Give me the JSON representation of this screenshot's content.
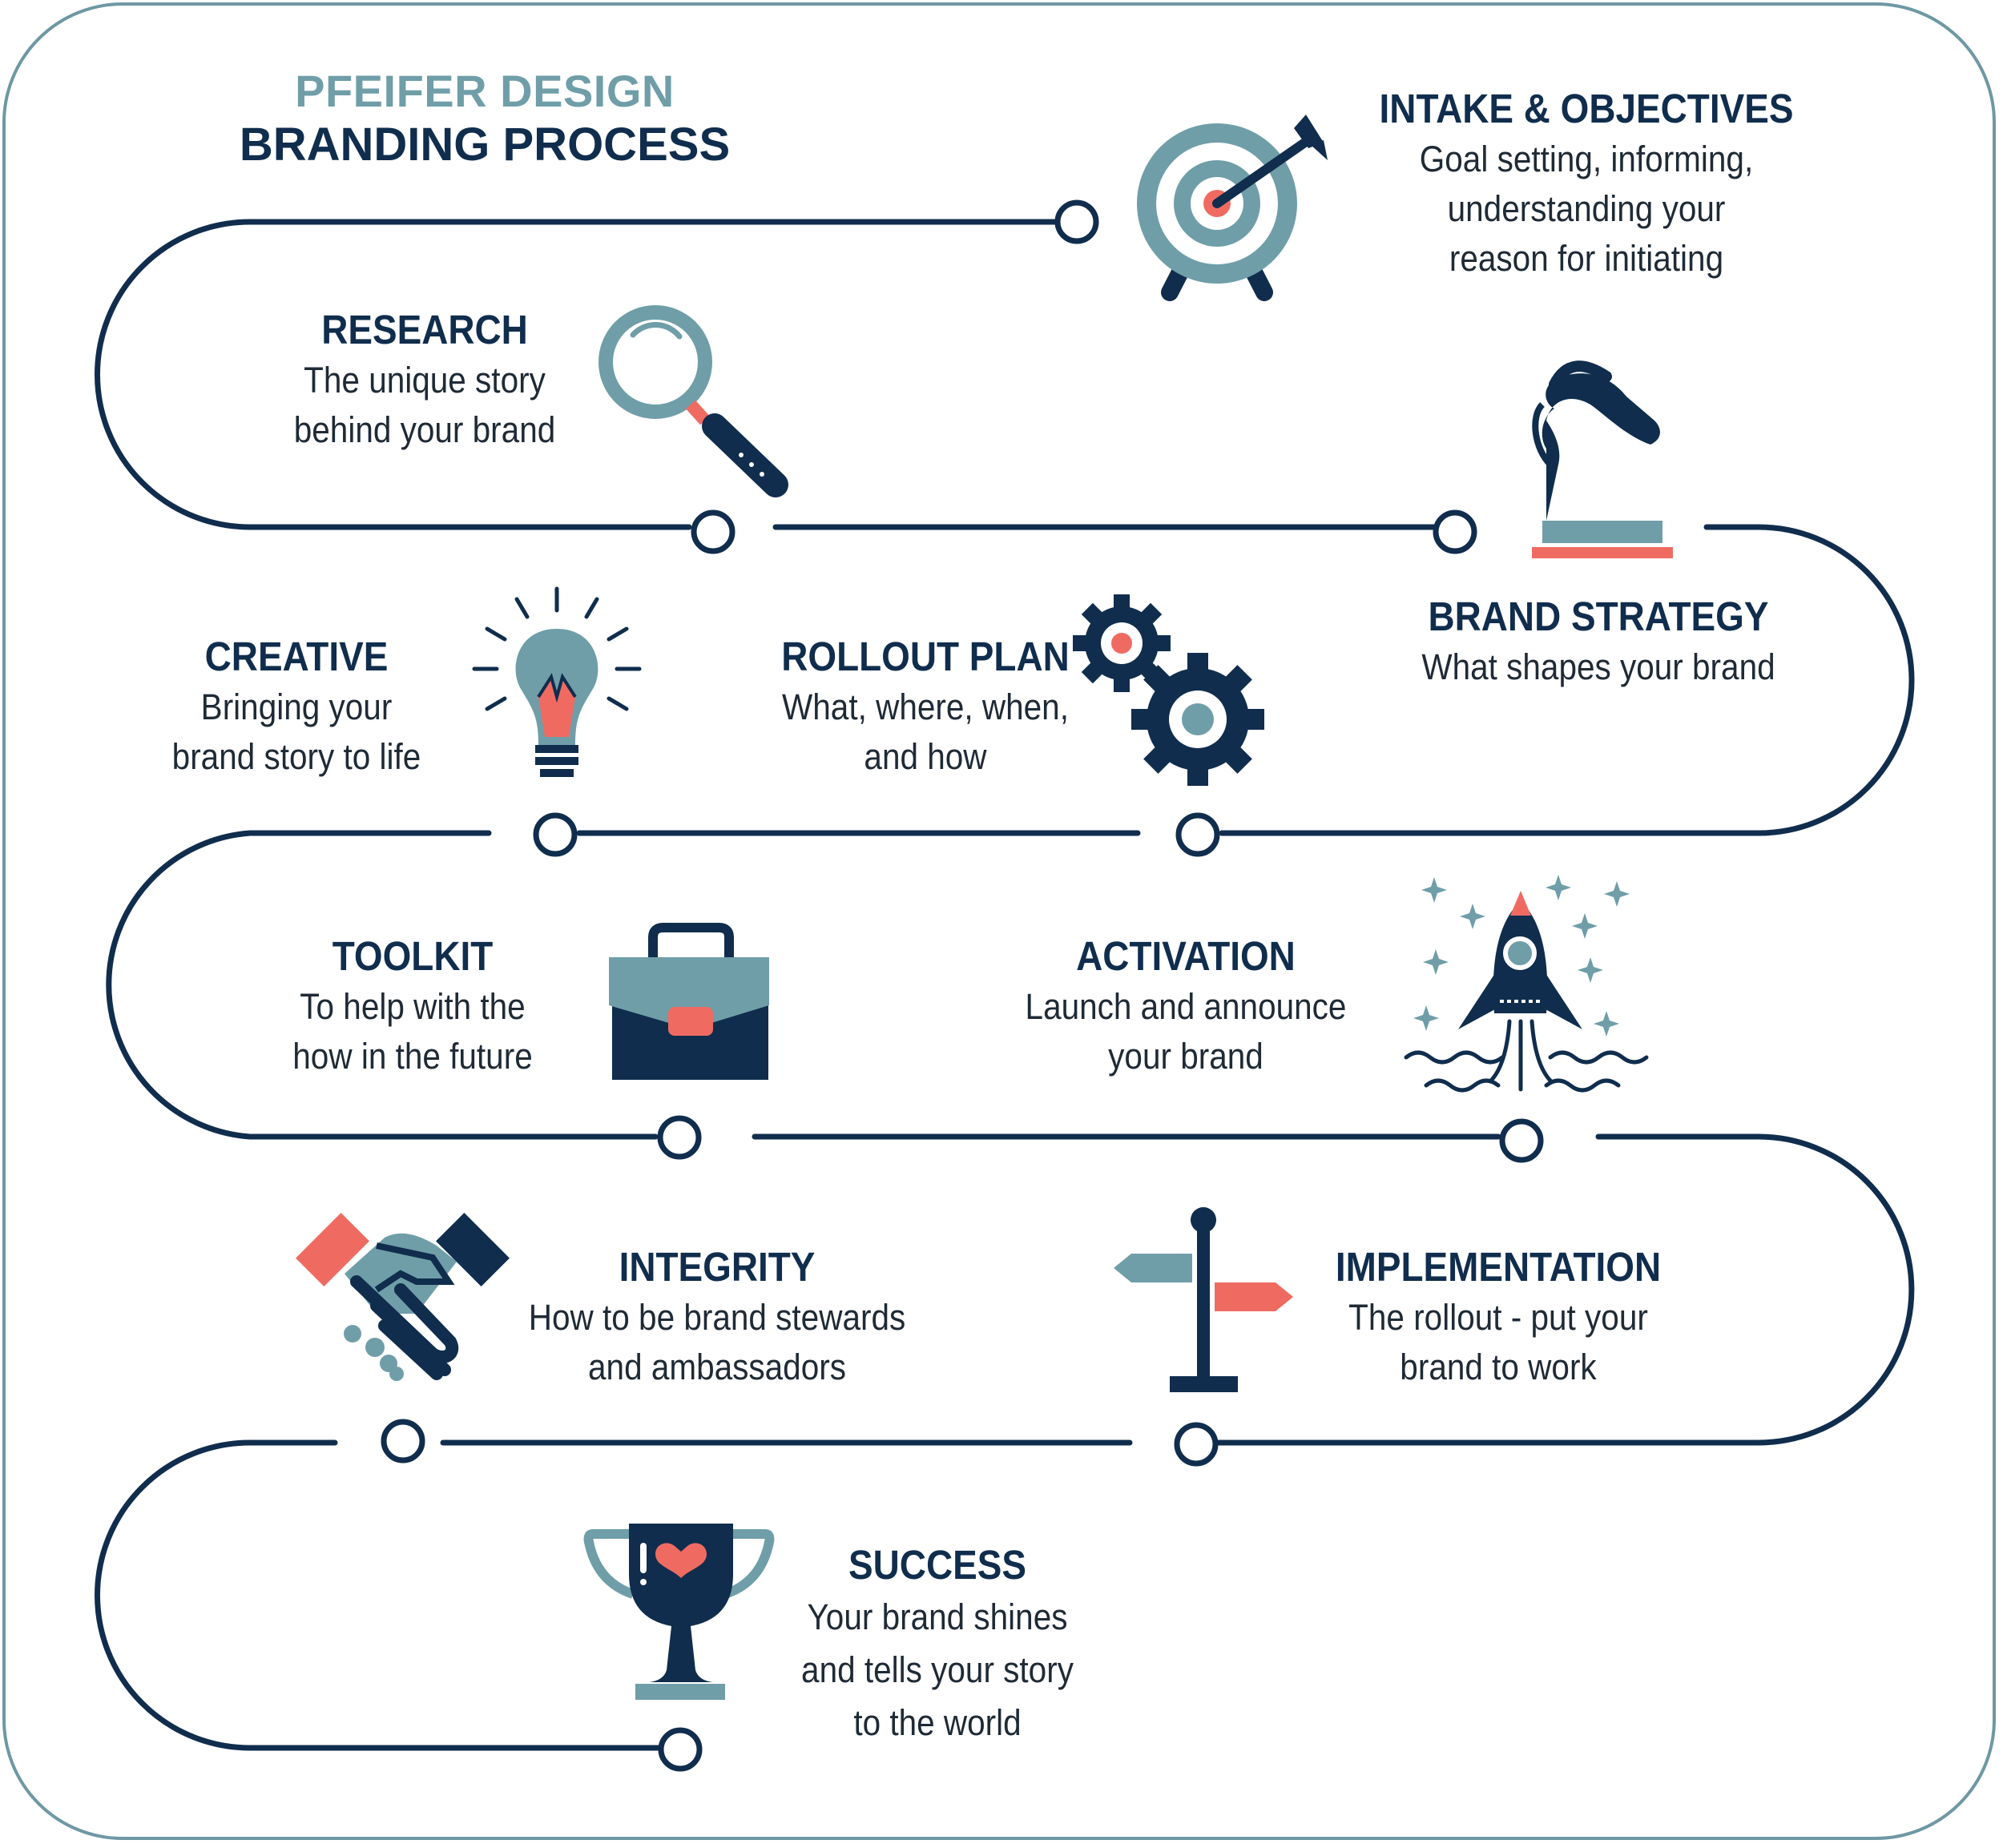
{
  "header": {
    "line1": "PFEIFER DESIGN",
    "line2": "BRANDING PROCESS"
  },
  "colors": {
    "navy": "#102d4d",
    "teal": "#6f9ea8",
    "coral": "#ef6b62",
    "frame": "#6e98a3"
  },
  "steps": [
    {
      "title": "INTAKE & OBJECTIVES",
      "lines": [
        "Goal setting, informing,",
        "understanding your",
        "reason for initiating"
      ],
      "icon": "target-icon"
    },
    {
      "title": "RESEARCH",
      "lines": [
        "The unique story",
        "behind your brand"
      ],
      "icon": "magnifier-icon"
    },
    {
      "title": "BRAND STRATEGY",
      "lines": [
        "What shapes your brand"
      ],
      "icon": "chess-knight-icon"
    },
    {
      "title": "CREATIVE",
      "lines": [
        "Bringing your",
        "brand story to life"
      ],
      "icon": "lightbulb-icon"
    },
    {
      "title": "ROLLOUT PLAN",
      "lines": [
        "What, where, when,",
        "and how"
      ],
      "icon": "gears-icon"
    },
    {
      "title": "TOOLKIT",
      "lines": [
        "To help with the",
        "how in the future"
      ],
      "icon": "briefcase-icon"
    },
    {
      "title": "ACTIVATION",
      "lines": [
        "Launch and announce",
        "your brand"
      ],
      "icon": "rocket-icon"
    },
    {
      "title": "INTEGRITY",
      "lines": [
        "How to be brand stewards",
        "and ambassadors"
      ],
      "icon": "handshake-icon"
    },
    {
      "title": "IMPLEMENTATION",
      "lines": [
        "The rollout - put your",
        "brand to work"
      ],
      "icon": "signpost-icon"
    },
    {
      "title": "SUCCESS",
      "lines": [
        "Your brand shines",
        "and tells your story",
        "to the world"
      ],
      "icon": "trophy-icon"
    }
  ]
}
